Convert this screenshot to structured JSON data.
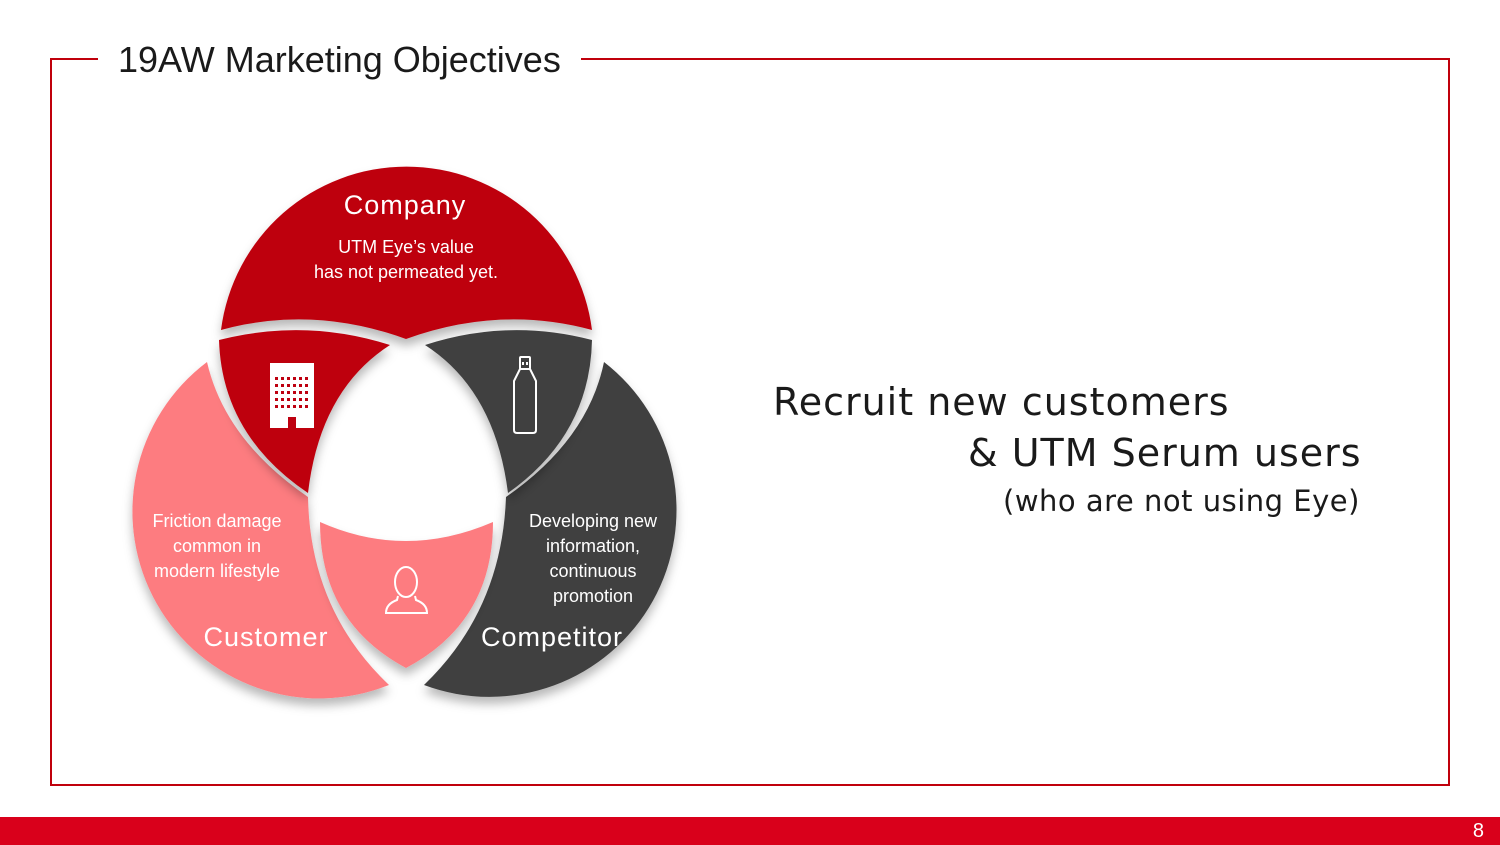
{
  "title": "19AW Marketing Objectives",
  "diagram": {
    "company": {
      "label": "Company",
      "desc_lines": [
        "UTM Eye’s value",
        "has not permeated yet."
      ],
      "icon": "building-icon",
      "color": "#be0010"
    },
    "customer": {
      "label": "Customer",
      "desc_lines": [
        "Friction damage",
        "common in",
        "modern lifestyle"
      ],
      "icon": "person-icon",
      "color": "#fd7b80"
    },
    "competitor": {
      "label": "Competitor",
      "desc_lines": [
        "Developing new",
        "information,",
        "continuous",
        "promotion"
      ],
      "icon": "bottle-icon",
      "color": "#3f3f3f"
    }
  },
  "message": {
    "line1": "Recruit new customers",
    "line2": "& UTM Serum users",
    "line3": "(who are not using Eye)"
  },
  "footer": {
    "page_number": "8",
    "color": "#d9001b"
  }
}
